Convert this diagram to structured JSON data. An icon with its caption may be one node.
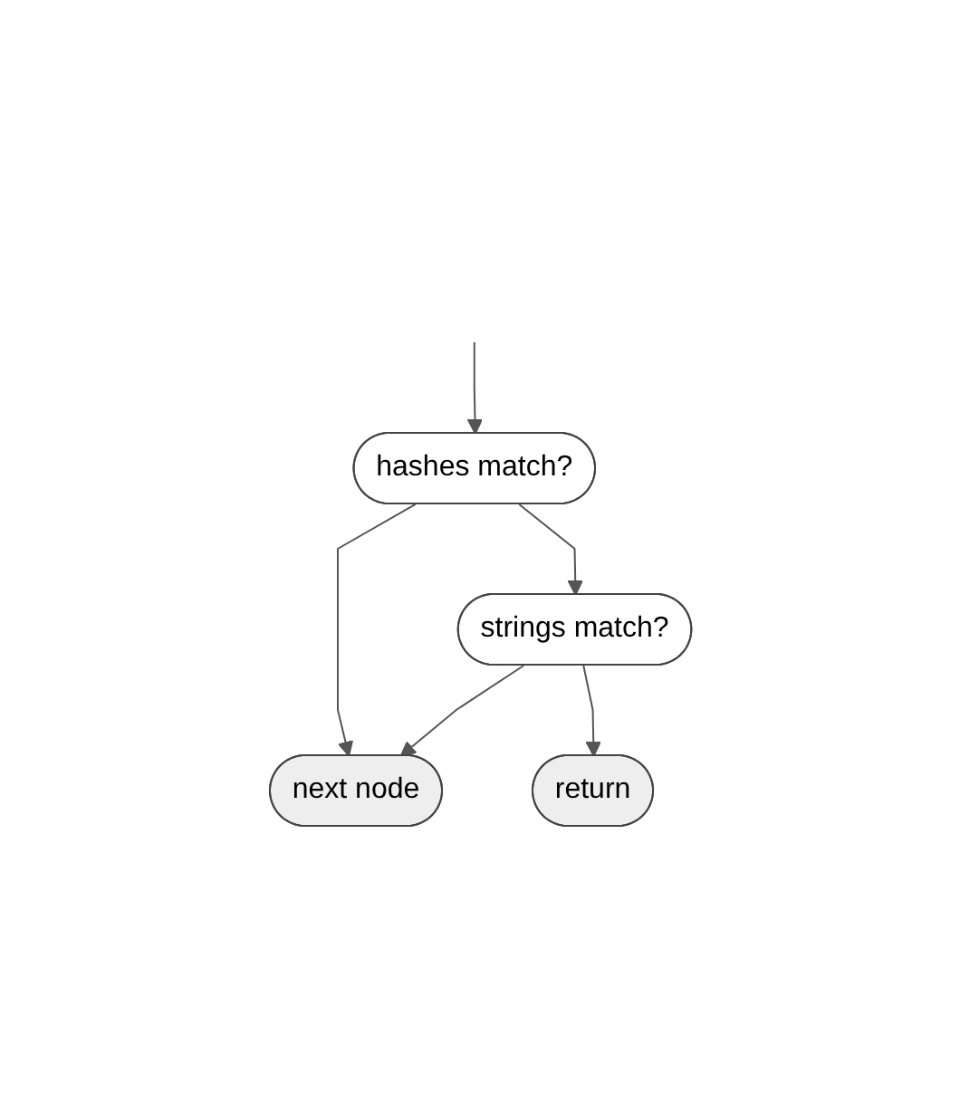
{
  "diagram": {
    "nodes": [
      {
        "text": [
          "hashes match?"
        ]
      },
      {
        "text": [
          "strings match?"
        ]
      },
      {
        "text": [
          "next node"
        ]
      },
      {
        "text": [
          "return"
        ]
      }
    ],
    "edges": [
      {
        "from": null,
        "to": 0,
        "arrow": "to"
      },
      {
        "from": 0,
        "to": 2,
        "arrow": "to"
      },
      {
        "from": 0,
        "to": 1,
        "arrow": "to"
      },
      {
        "from": 1,
        "to": 2,
        "arrow": "to"
      },
      {
        "from": 1,
        "to": 3,
        "arrow": "to"
      }
    ]
  }
}
